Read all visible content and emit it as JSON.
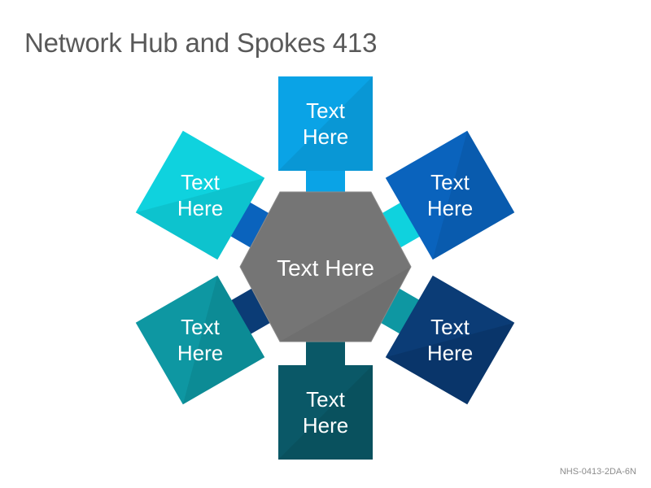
{
  "title": "Network Hub and Spokes 413",
  "code": "NHS-0413-2DA-6N",
  "hub": {
    "label": "Text Here",
    "color": "#757575"
  },
  "spokes": [
    {
      "id": "top",
      "lines": [
        "Text",
        "Here"
      ],
      "color": "#0aa3e6"
    },
    {
      "id": "upper-right",
      "lines": [
        "Text",
        "Here"
      ],
      "color": "#0a63bd"
    },
    {
      "id": "lower-right",
      "lines": [
        "Text",
        "Here"
      ],
      "color": "#0b3c76"
    },
    {
      "id": "bottom",
      "lines": [
        "Text",
        "Here"
      ],
      "color": "#0a5867"
    },
    {
      "id": "lower-left",
      "lines": [
        "Text",
        "Here"
      ],
      "color": "#0e97a2"
    },
    {
      "id": "upper-left",
      "lines": [
        "Text",
        "Here"
      ],
      "color": "#0fd2de"
    }
  ]
}
